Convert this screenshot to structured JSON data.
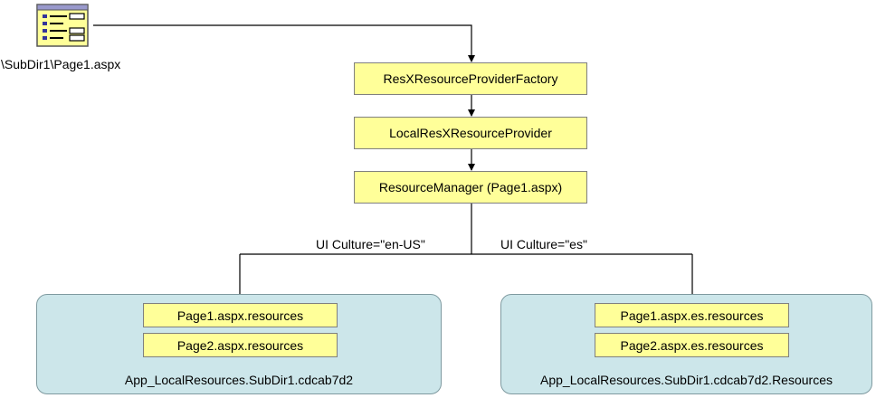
{
  "page_icon": {
    "icon": "aspx-page-icon",
    "caption": "\\SubDir1\\Page1.aspx"
  },
  "chain": {
    "factory": "ResXResourceProviderFactory",
    "provider": "LocalResXResourceProvider",
    "manager": "ResourceManager (Page1.aspx)"
  },
  "branches": {
    "left_culture": "UI Culture=\"en-US\"",
    "right_culture": "UI Culture=\"es\""
  },
  "groups": {
    "left": {
      "title": "App_LocalResources.SubDir1.cdcab7d2",
      "items": [
        "Page1.aspx.resources",
        "Page2.aspx.resources"
      ]
    },
    "right": {
      "title": "App_LocalResources.SubDir1.cdcab7d2.Resources",
      "items": [
        "Page1.aspx.es.resources",
        "Page2.aspx.es.resources"
      ]
    }
  },
  "colors": {
    "box_fill": "#ffff99",
    "group_fill": "#cce6ea",
    "line": "#000000"
  }
}
